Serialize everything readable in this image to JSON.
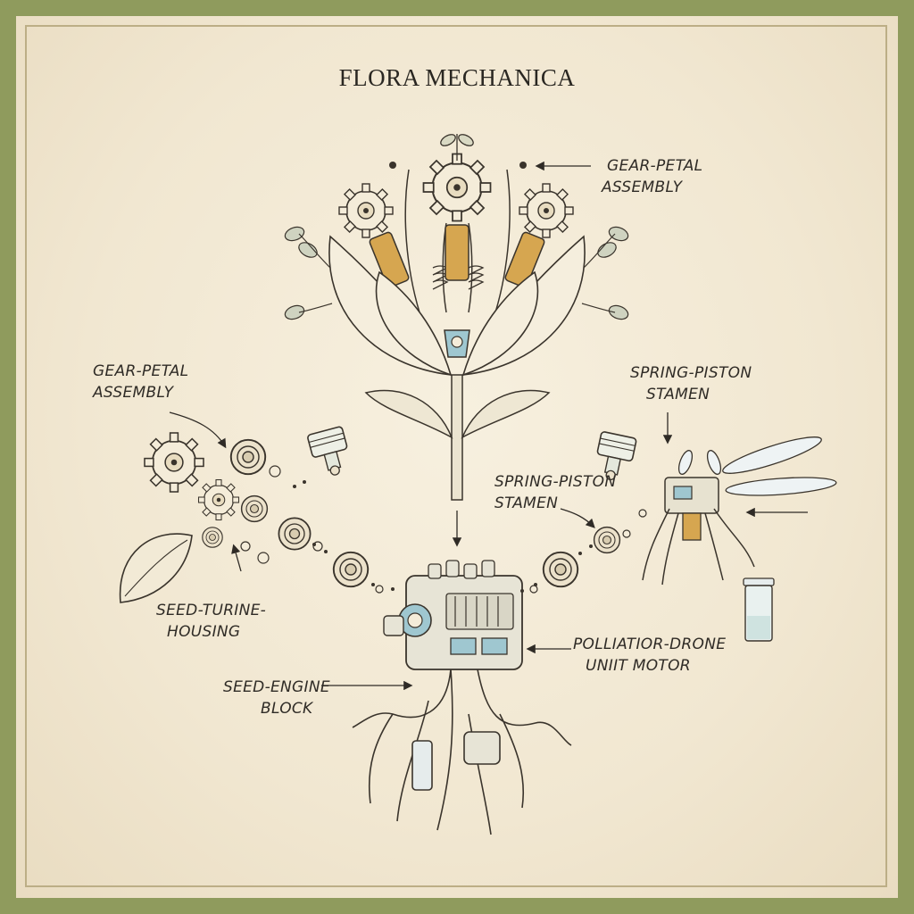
{
  "title": "FLORA MECHANICA",
  "labels": {
    "gear_petal_top": [
      "GEAR-PETAL",
      "ASSEMBLY"
    ],
    "gear_petal_left": [
      "GEAR-PETAL",
      "ASSEMBLY"
    ],
    "spring_piston_right": [
      "SPRING-PISTON",
      "STAMEN"
    ],
    "spring_piston_center": [
      "SPRING-PISTON",
      "STAMEN"
    ],
    "seed_turbine": [
      "SEED-TURINE-",
      "HOUSING"
    ],
    "seed_engine": [
      "SEED-ENGINE",
      "BLOCK"
    ],
    "pollination_drone": [
      "POLLIATIOR-DRONE",
      "UNIIT MOTOR"
    ]
  },
  "icons": [
    "gear-icon",
    "piston-icon",
    "bearing-icon",
    "leaf-icon",
    "engine-icon",
    "drone-icon",
    "jar-icon",
    "root-icon"
  ],
  "colors": {
    "frame": "#8f9b5d",
    "paper": "#f3ead7",
    "ink": "#3a342c",
    "brass": "#d6a650",
    "steel_blue": "#9fc7d0"
  }
}
